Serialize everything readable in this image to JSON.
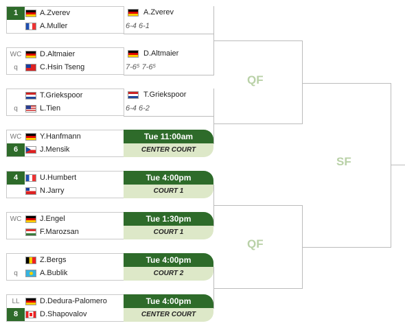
{
  "rounds": {
    "qf_top": "QF",
    "qf_bottom": "QF",
    "sf": "SF"
  },
  "matches": [
    {
      "p1": {
        "tag": "1",
        "tag_type": "seed",
        "flag": "germany",
        "name": "A.Zverev"
      },
      "p2": {
        "tag": "",
        "tag_type": "",
        "flag": "france",
        "name": "A.Muller"
      },
      "result": {
        "winner": "A.Zverev",
        "flag": "germany",
        "score": "6-4 6-1"
      }
    },
    {
      "p1": {
        "tag": "WC",
        "tag_type": "label",
        "flag": "germany",
        "name": "D.Altmaier"
      },
      "p2": {
        "tag": "q",
        "tag_type": "label",
        "flag": "taipei",
        "name": "C.Hsin Tseng"
      },
      "result": {
        "winner": "D.Altmaier",
        "flag": "germany",
        "score": "7-6⁵ 7-6⁵"
      }
    },
    {
      "p1": {
        "tag": "",
        "tag_type": "",
        "flag": "netherlands",
        "name": "T.Griekspoor"
      },
      "p2": {
        "tag": "q",
        "tag_type": "label",
        "flag": "usa",
        "name": "L.Tien"
      },
      "result": {
        "winner": "T.Griekspoor",
        "flag": "netherlands",
        "score": "6-4 6-2"
      }
    },
    {
      "p1": {
        "tag": "WC",
        "tag_type": "label",
        "flag": "germany",
        "name": "Y.Hanfmann"
      },
      "p2": {
        "tag": "6",
        "tag_type": "seed",
        "flag": "czech",
        "name": "J.Mensik"
      },
      "schedule": {
        "time": "Tue 11:00am",
        "court": "CENTER COURT"
      }
    },
    {
      "p1": {
        "tag": "4",
        "tag_type": "seed",
        "flag": "france",
        "name": "U.Humbert"
      },
      "p2": {
        "tag": "",
        "tag_type": "",
        "flag": "chile",
        "name": "N.Jarry"
      },
      "schedule": {
        "time": "Tue 4:00pm",
        "court": "COURT 1"
      }
    },
    {
      "p1": {
        "tag": "WC",
        "tag_type": "label",
        "flag": "germany",
        "name": "J.Engel"
      },
      "p2": {
        "tag": "",
        "tag_type": "",
        "flag": "hungary",
        "name": "F.Marozsan"
      },
      "schedule": {
        "time": "Tue 1:30pm",
        "court": "COURT 1"
      }
    },
    {
      "p1": {
        "tag": "",
        "tag_type": "",
        "flag": "belgium",
        "name": "Z.Bergs"
      },
      "p2": {
        "tag": "q",
        "tag_type": "label",
        "flag": "kazakhstan",
        "name": "A.Bublik"
      },
      "schedule": {
        "time": "Tue 4:00pm",
        "court": "COURT 2"
      }
    },
    {
      "p1": {
        "tag": "LL",
        "tag_type": "label",
        "flag": "germany",
        "name": "D.Dedura-Palomero"
      },
      "p2": {
        "tag": "8",
        "tag_type": "seed",
        "flag": "canada",
        "name": "D.Shapovalov"
      },
      "schedule": {
        "time": "Tue 4:00pm",
        "court": "CENTER COURT"
      }
    }
  ],
  "colors": {
    "accent": "#2e6b2a",
    "court_bg": "#dde8c8",
    "round_label": "#b9d1a7"
  }
}
